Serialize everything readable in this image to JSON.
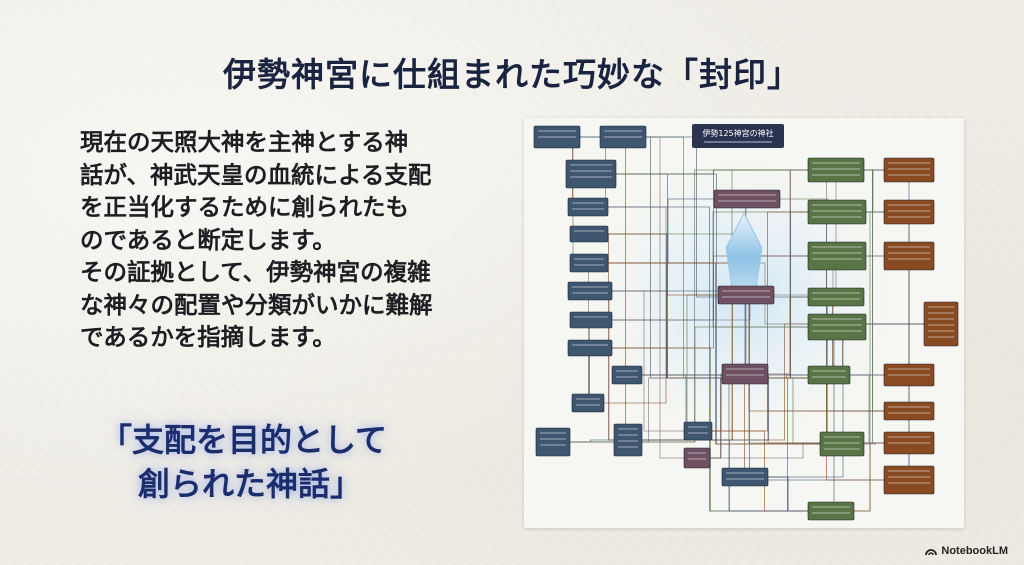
{
  "slide": {
    "title": "伊勢神宮に仕組まれた巧妙な「封印」",
    "body_lines": [
      "現在の天照大神を主神とする神",
      "話が、神武天皇の血統による支配",
      "を正当化するために創られたも",
      "のであると断定します。",
      "その証拠として、伊勢神宮の複雑",
      "な神々の配置や分類がいかに難解",
      "であるかを指摘します。"
    ],
    "highlight_lines": [
      "「支配を目的として",
      "創られた神話」"
    ]
  },
  "diagram": {
    "header": "伊勢125神宮の神社",
    "colors": {
      "slate": "#3f5670",
      "green": "#5a7545",
      "brown": "#8a4a22",
      "plum": "#6e5060",
      "header": "#2a3350"
    }
  },
  "brand": {
    "label": "NotebookLM",
    "icon": "notebooklm-logo-icon"
  }
}
